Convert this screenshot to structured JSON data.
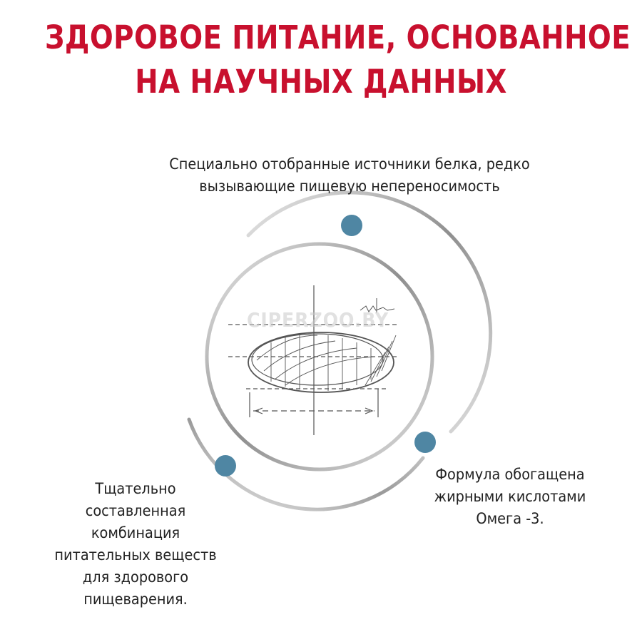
{
  "headline": {
    "line1": "ЗДОРОВОЕ ПИТАНИЕ, ОСНОВАННОЕ",
    "line2": "НА НАУЧНЫХ ДАННЫХ",
    "color": "#c8102e"
  },
  "features": {
    "top": {
      "line1": "Специально отобранные источники белка, редко",
      "line2": "вызывающие пищевую непереносимость"
    },
    "right": {
      "line1": "Формула обогащена",
      "line2": "жирными кислотами",
      "line3": "Омега -3."
    },
    "left": {
      "line1": "Тщательно",
      "line2": "составленная",
      "line3": "комбинация",
      "line4": "питательных веществ",
      "line5": "для здорового",
      "line6": "пищеварения."
    }
  },
  "watermark": "CIPERZOO.BY",
  "colors": {
    "dot": "#4f86a3",
    "ring": "#b5b5b5",
    "sketch": "#555555"
  }
}
